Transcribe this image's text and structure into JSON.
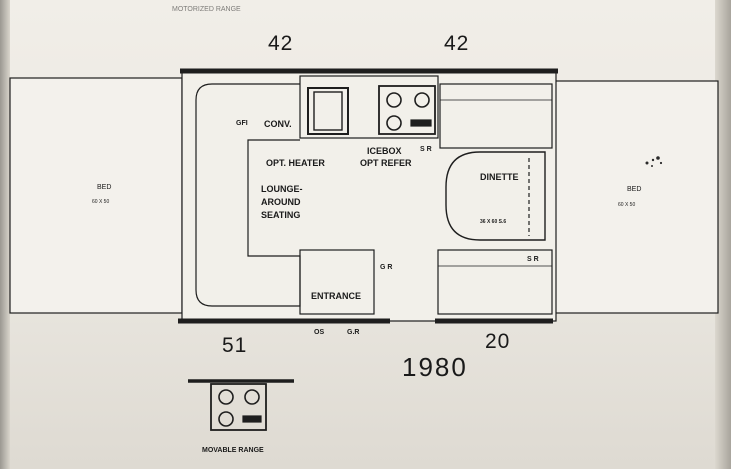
{
  "top_caption": "MOTORIZED RANGE",
  "dimensions": {
    "top_left": "42",
    "top_right": "42",
    "bottom_left": "51",
    "bottom_right": "20"
  },
  "year": "1980",
  "beds": [
    {
      "label": "BED",
      "size": "60 X 50"
    },
    {
      "label": "BED",
      "size": "60 X 50"
    }
  ],
  "labels": {
    "gfi": "GFI",
    "conv": "CONV.",
    "icebox": "ICEBOX",
    "opt_refer": "OPT REFER",
    "sr_top": "S R",
    "opt_heater": "OPT. HEATER",
    "lounge_line1": "LOUNGE-",
    "lounge_line2": "AROUND",
    "lounge_line3": "SEATING",
    "dinette": "DINETTE",
    "dinette_size": "36 X 60 S.6",
    "sr_right": "S R",
    "gr_right": "G R",
    "entrance": "ENTRANCE",
    "os": "OS",
    "gr_bottom": "G.R",
    "movable_range": "MOVABLE RANGE"
  }
}
